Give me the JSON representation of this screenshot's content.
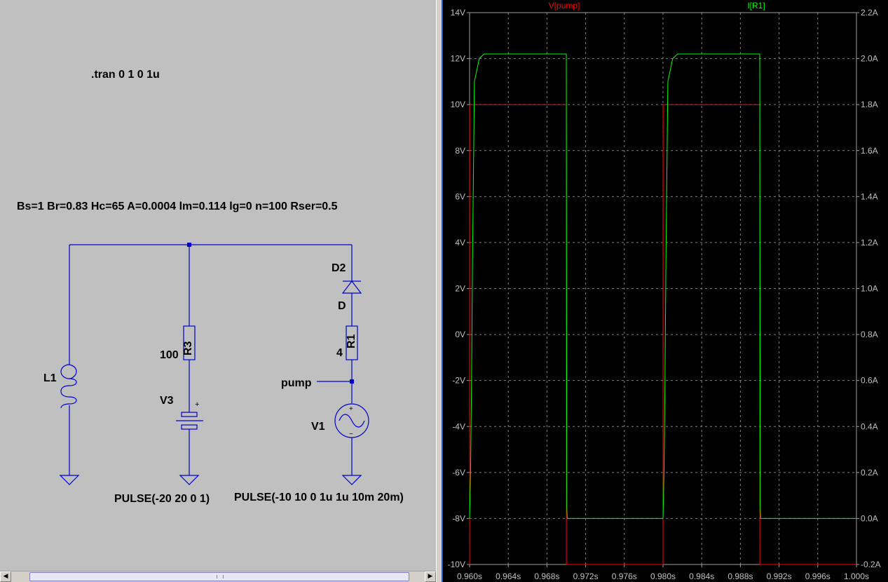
{
  "schematic": {
    "directive": ".tran 0 1 0 1u",
    "core_params": "Bs=1 Br=0.83 Hc=65 A=0.0004 lm=0.114 lg=0 n=100 Rser=0.5",
    "components": {
      "L1": {
        "ref": "L1"
      },
      "R3": {
        "ref": "R3",
        "value": "100"
      },
      "V3": {
        "ref": "V3",
        "value": "PULSE(-20 20 0 1)"
      },
      "D2": {
        "ref": "D2",
        "value": "D"
      },
      "R1": {
        "ref": "R1",
        "value": "4"
      },
      "V1": {
        "ref": "V1",
        "value": "PULSE(-10 10 0 1u 1u 10m 20m)"
      }
    },
    "net_label": "pump",
    "plus_sign": "+",
    "minus_sign": "−",
    "wire_color": "#0000cc"
  },
  "scrollbar": {
    "left_arrow": "◀",
    "right_arrow": "▶"
  },
  "waveform": {
    "background": "#000000",
    "traces": [
      {
        "name": "V[pump]",
        "color": "#ff0000",
        "axis": "left"
      },
      {
        "name": "I[R1]",
        "color": "#00ff00",
        "axis": "right"
      }
    ]
  },
  "chart_data": {
    "type": "line",
    "x_label": "",
    "xlim": [
      0.96,
      1.0
    ],
    "x_ticks": [
      "0.960s",
      "0.964s",
      "0.968s",
      "0.972s",
      "0.976s",
      "0.980s",
      "0.984s",
      "0.988s",
      "0.992s",
      "0.996s",
      "1.000s"
    ],
    "x_tick_values": [
      0.96,
      0.964,
      0.968,
      0.972,
      0.976,
      0.98,
      0.984,
      0.988,
      0.992,
      0.996,
      1.0
    ],
    "left_axis": {
      "ylim": [
        -10,
        14
      ],
      "ticks": [
        "14V",
        "12V",
        "10V",
        "8V",
        "6V",
        "4V",
        "2V",
        "0V",
        "-2V",
        "-4V",
        "-6V",
        "-8V",
        "-10V"
      ],
      "tick_values": [
        14,
        12,
        10,
        8,
        6,
        4,
        2,
        0,
        -2,
        -4,
        -6,
        -8,
        -10
      ]
    },
    "right_axis": {
      "ylim": [
        -0.2,
        2.2
      ],
      "ticks": [
        "2.2A",
        "2.0A",
        "1.8A",
        "1.6A",
        "1.4A",
        "1.2A",
        "1.0A",
        "0.8A",
        "0.6A",
        "0.4A",
        "0.2A",
        "0.0A",
        "-0.2A"
      ],
      "tick_values": [
        2.2,
        2.0,
        1.8,
        1.6,
        1.4,
        1.2,
        1.0,
        0.8,
        0.6,
        0.4,
        0.2,
        0.0,
        -0.2
      ]
    },
    "grid": true,
    "series": [
      {
        "name": "V[pump]",
        "axis": "left",
        "x": [
          0.96,
          0.96001,
          0.97,
          0.97001,
          0.98,
          0.98001,
          0.99,
          0.99001,
          1.0
        ],
        "y": [
          -10,
          10,
          10,
          -10,
          -10,
          10,
          10,
          -10,
          -10
        ]
      },
      {
        "name": "I[R1]",
        "axis": "right",
        "x": [
          0.96,
          0.9601,
          0.9602,
          0.9603,
          0.9605,
          0.961,
          0.9615,
          0.97,
          0.97005,
          0.9701,
          0.971,
          0.98,
          0.9801,
          0.9802,
          0.9803,
          0.9805,
          0.981,
          0.9815,
          0.99,
          0.99005,
          0.9901,
          0.991,
          1.0
        ],
        "y": [
          0.0,
          0.2,
          0.6,
          1.1,
          1.9,
          2.0,
          2.02,
          2.02,
          0.05,
          0.0,
          0.0,
          0.0,
          0.2,
          0.6,
          1.1,
          1.9,
          2.0,
          2.02,
          2.02,
          0.05,
          0.0,
          0.0,
          0.0
        ]
      }
    ]
  }
}
